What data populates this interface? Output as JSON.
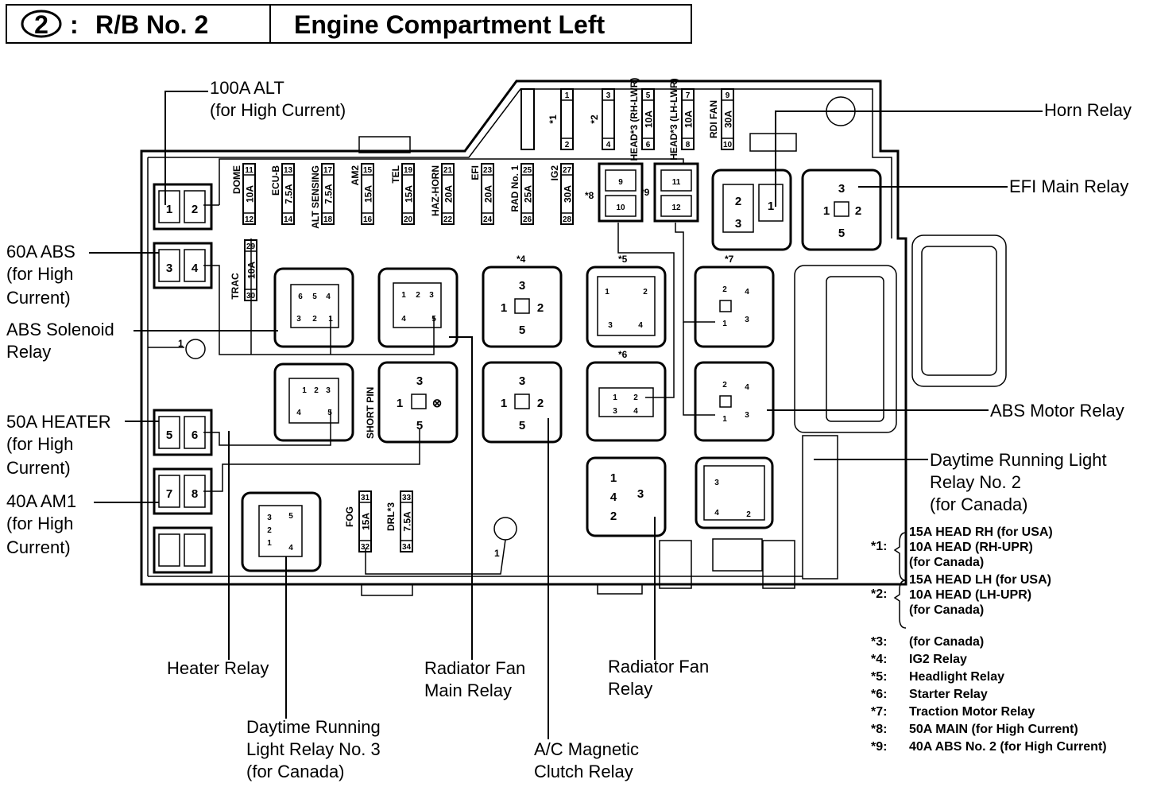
{
  "header": {
    "number": "2",
    "colon": ":",
    "code": "R/B No. 2",
    "title": "Engine Compartment Left"
  },
  "callouts": {
    "alt_100": [
      "100A ALT",
      "(for High Current)"
    ],
    "abs_60": [
      "60A ABS",
      "(for High",
      "Current)"
    ],
    "abs_solenoid": [
      "ABS Solenoid",
      "Relay"
    ],
    "heater_50": [
      "50A HEATER",
      "(for High",
      "Current)"
    ],
    "am1_40": [
      "40A AM1",
      "(for High",
      "Current)"
    ],
    "heater_relay": "Heater Relay",
    "drl3": [
      "Daytime Running",
      "Light Relay No. 3",
      "(for Canada)"
    ],
    "rad_fan_main": [
      "Radiator Fan",
      "Main Relay"
    ],
    "ac_clutch": [
      "A/C Magnetic",
      "Clutch Relay"
    ],
    "rad_fan": [
      "Radiator Fan",
      "Relay"
    ],
    "horn": "Horn Relay",
    "efi_main": "EFI Main Relay",
    "abs_motor": "ABS Motor Relay",
    "drl2": [
      "Daytime Running Light",
      "Relay No. 2",
      "(for Canada)"
    ]
  },
  "fuses": [
    {
      "name": "DOME",
      "amp": "10A",
      "top": "11",
      "bottom": "12"
    },
    {
      "name": "ECU-B",
      "amp": "7.5A",
      "top": "13",
      "bottom": "14"
    },
    {
      "name": "ALT SENSING",
      "amp": "7.5A",
      "top": "17",
      "bottom": "18"
    },
    {
      "name": "AM2",
      "amp": "15A",
      "top": "15",
      "bottom": "16"
    },
    {
      "name": "TEL",
      "amp": "15A",
      "top": "19",
      "bottom": "20"
    },
    {
      "name": "HAZ-HORN",
      "amp": "20A",
      "top": "21",
      "bottom": "22"
    },
    {
      "name": "EFI",
      "amp": "20A",
      "top": "23",
      "bottom": "24"
    },
    {
      "name": "RAD No. 1",
      "amp": "25A",
      "top": "25",
      "bottom": "26"
    },
    {
      "name": "IG2",
      "amp": "30A",
      "top": "27",
      "bottom": "28"
    }
  ],
  "upper_fuses": [
    {
      "name": "*1",
      "amp": "",
      "top": "1",
      "bottom": "2"
    },
    {
      "name": "*2",
      "amp": "",
      "top": "3",
      "bottom": "4"
    },
    {
      "name": "HEAD*3 (RH-LWR)",
      "amp": "10A",
      "top": "5",
      "bottom": "6"
    },
    {
      "name": "HEAD*3 (LH-LWR)",
      "amp": "10A",
      "top": "7",
      "bottom": "8"
    },
    {
      "name": "RDI FAN",
      "amp": "30A",
      "top": "9",
      "bottom": "10"
    }
  ],
  "misc_fuses": {
    "trac": {
      "name": "TRAC",
      "amp": "10A",
      "top": "29",
      "bottom": "30"
    },
    "fog": {
      "name": "FOG",
      "amp": "15A",
      "top": "31",
      "bottom": "32"
    },
    "drl": {
      "name": "DRL*3",
      "amp": "7.5A",
      "top": "33",
      "bottom": "34"
    }
  },
  "star_marks": {
    "s8": "*8",
    "s9": "*9",
    "s4": "*4",
    "s5": "*5",
    "s6": "*6",
    "s7": "*7"
  },
  "short_pin": "SHORT PIN",
  "ground_marks": [
    "1",
    "1"
  ],
  "fusible_links": [
    "1",
    "2",
    "3",
    "4",
    "5",
    "6",
    "7",
    "8"
  ],
  "notes": [
    {
      "key": "*1:",
      "lines": [
        "15A HEAD RH (for USA)",
        "10A HEAD (RH-UPR)",
        "(for Canada)"
      ]
    },
    {
      "key": "*2:",
      "lines": [
        "15A HEAD LH (for USA)",
        "10A HEAD (LH-UPR)",
        "(for Canada)"
      ]
    },
    {
      "key": "*3:",
      "lines": [
        "(for Canada)"
      ]
    },
    {
      "key": "*4:",
      "lines": [
        "IG2 Relay"
      ]
    },
    {
      "key": "*5:",
      "lines": [
        "Headlight Relay"
      ]
    },
    {
      "key": "*6:",
      "lines": [
        "Starter Relay"
      ]
    },
    {
      "key": "*7:",
      "lines": [
        "Traction Motor Relay"
      ]
    },
    {
      "key": "*8:",
      "lines": [
        "50A MAIN (for High Current)"
      ]
    },
    {
      "key": "*9:",
      "lines": [
        "40A ABS No. 2 (for High Current)"
      ]
    }
  ]
}
